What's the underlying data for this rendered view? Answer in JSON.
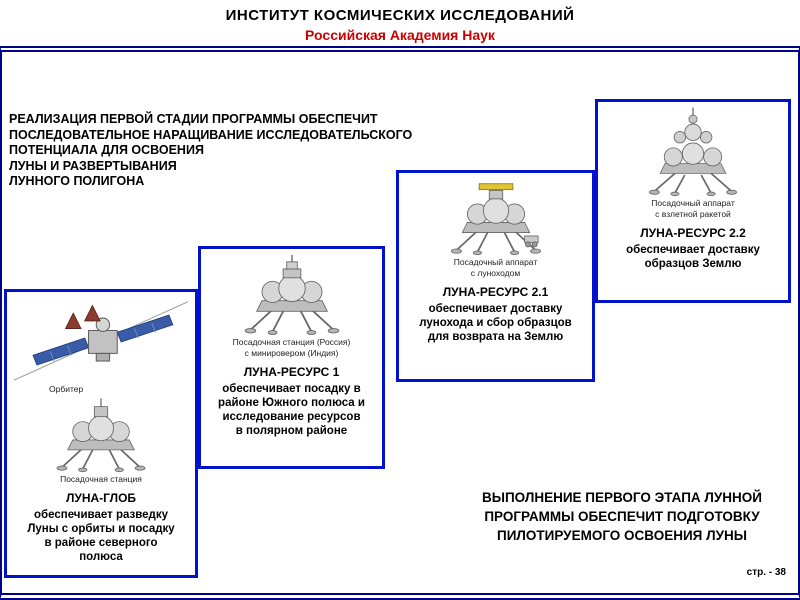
{
  "header": {
    "title": "ИНСТИТУТ КОСМИЧЕСКИХ ИССЛЕДОВАНИЙ",
    "subtitle": "Российская Академия Наук"
  },
  "intro": {
    "text": "РЕАЛИЗАЦИЯ ПЕРВОЙ СТАДИИ ПРОГРАММЫ ОБЕСПЕЧИТ\nПОСЛЕДОВАТЕЛЬНОЕ НАРАЩИВАНИЕ ИССЛЕДОВАТЕЛЬСКОГО\nПОТЕНЦИАЛА ДЛЯ ОСВОЕНИЯ\nЛУНЫ И РАЗВЕРТЫВАНИЯ\nЛУННОГО ПОЛИГОНА"
  },
  "stages": [
    {
      "title": "ЛУНА-ГЛОБ",
      "orbiter_label": "Орбитер",
      "lander_label": "Посадочная станция",
      "description": "обеспечивает разведку\nЛуны с орбиты и посадку\nв районе северного\nполюса",
      "images": [
        "orbiter-render",
        "lander-render"
      ]
    },
    {
      "title": "ЛУНА-РЕСУРС 1",
      "lander_label": "Посадочная станция (Россия)\nс минировером (Индия)",
      "description": "обеспечивает посадку в\nрайоне Южного полюса и\nисследование ресурсов\nв полярном районе",
      "images": [
        "lander-with-minirover-render"
      ]
    },
    {
      "title": "ЛУНА-РЕСУРС 2.1",
      "lander_label": "Посадочный аппарат\nс луноходом",
      "description": "обеспечивает доставку\nлунохода и сбор образцов\nдля возврата на Землю",
      "images": [
        "lander-with-lunokhod-render"
      ]
    },
    {
      "title": "ЛУНА-РЕСУРС 2.2",
      "lander_label": "Посадочный аппарат\nс взлетной ракетой",
      "description": "обеспечивает доставку\nобразцов  Землю",
      "images": [
        "lander-with-ascent-rocket-render"
      ]
    }
  ],
  "conclusion": {
    "text": "ВЫПОЛНЕНИЕ ПЕРВОГО ЭТАПА ЛУННОЙ\nПРОГРАММЫ ОБЕСПЕЧИТ ПОДГОТОВКУ\nПИЛОТИРУЕМОГО ОСВОЕНИЯ ЛУНЫ"
  },
  "footer": {
    "page_number": "стр. - 38"
  },
  "colors": {
    "box_border_blue": "#0012cc",
    "header_red": "#cc0000",
    "frame_navy": "#00008b"
  }
}
